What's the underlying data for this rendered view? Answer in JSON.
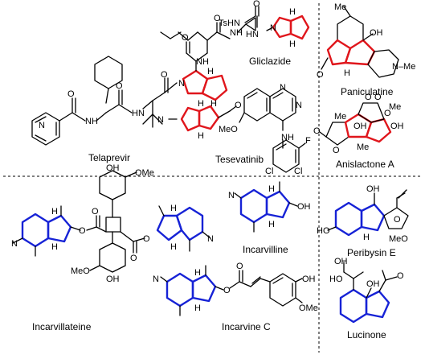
{
  "colors": {
    "highlight_red": "#e0161c",
    "highlight_blue": "#1622d6",
    "bond": "#000000"
  },
  "compounds": {
    "telaprevir": "Telaprevir",
    "gliclazide": "Gliclazide",
    "tesevatinib": "Tesevatinib",
    "paniculatine": "Paniculatine",
    "anislactone": "Anislactone A",
    "incarvillateine": "Incarvillateine",
    "incarvilline": "Incarvilline",
    "incarvine": "Incarvine C",
    "peribysin": "Peribysin E",
    "lucinone": "Lucinone"
  },
  "atoms": {
    "o": "O",
    "n": "N",
    "nh": "NH",
    "hn": "HN",
    "h": "H",
    "f": "F",
    "cl": "Cl",
    "oh": "OH",
    "ho": "HO",
    "me": "Me",
    "n_me": "N–Me",
    "tshn": "TsHN",
    "meo": "MeO",
    "ome": "OMe"
  }
}
